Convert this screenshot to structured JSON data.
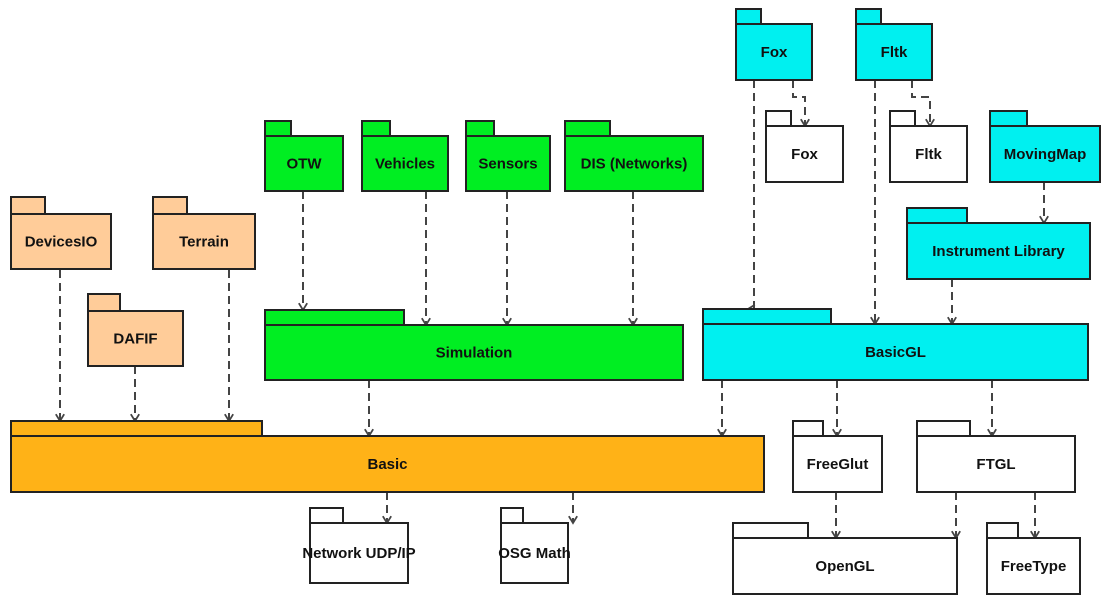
{
  "title": "Package dependency diagram",
  "colors": {
    "orange_light": "#FFCC99",
    "orange": "#FFB217",
    "green": "#00EE22",
    "cyan": "#00F0F0",
    "white": "#FFFFFF",
    "stroke": "#222222",
    "arrow": "#444444"
  },
  "packages": {
    "devicesio": {
      "label": "DevicesIO",
      "color": "orange_light"
    },
    "terrain": {
      "label": "Terrain",
      "color": "orange_light"
    },
    "dafif": {
      "label": "DAFIF",
      "color": "orange_light"
    },
    "basic": {
      "label": "Basic",
      "color": "orange"
    },
    "otw": {
      "label": "OTW",
      "color": "green"
    },
    "vehicles": {
      "label": "Vehicles",
      "color": "green"
    },
    "sensors": {
      "label": "Sensors",
      "color": "green"
    },
    "dis": {
      "label": "DIS (Networks)",
      "color": "green"
    },
    "simulation": {
      "label": "Simulation",
      "color": "green"
    },
    "fox_gui": {
      "label": "Fox",
      "color": "cyan"
    },
    "fltk_gui": {
      "label": "Fltk",
      "color": "cyan"
    },
    "fox_lib": {
      "label": "Fox",
      "color": "white"
    },
    "fltk_lib": {
      "label": "Fltk",
      "color": "white"
    },
    "movingmap": {
      "label": "MovingMap",
      "color": "cyan"
    },
    "instrument": {
      "label": "Instrument Library",
      "color": "cyan"
    },
    "basicgl": {
      "label": "BasicGL",
      "color": "cyan"
    },
    "freeglut": {
      "label": "FreeGlut",
      "color": "white"
    },
    "ftgl": {
      "label": "FTGL",
      "color": "white"
    },
    "network": {
      "label": "Network UDP/IP",
      "color": "white"
    },
    "osgmath": {
      "label": "OSG Math",
      "color": "white"
    },
    "opengl": {
      "label": "OpenGL",
      "color": "white"
    },
    "freetype": {
      "label": "FreeType",
      "color": "white"
    }
  },
  "dependencies": [
    {
      "from": "devicesio",
      "to": "basic"
    },
    {
      "from": "dafif",
      "to": "basic"
    },
    {
      "from": "terrain",
      "to": "basic"
    },
    {
      "from": "otw",
      "to": "simulation"
    },
    {
      "from": "vehicles",
      "to": "simulation"
    },
    {
      "from": "sensors",
      "to": "simulation"
    },
    {
      "from": "dis",
      "to": "simulation"
    },
    {
      "from": "simulation",
      "to": "basic"
    },
    {
      "from": "basicgl",
      "to": "basic"
    },
    {
      "from": "fox_gui",
      "to": "basicgl"
    },
    {
      "from": "fox_gui",
      "to": "fox_lib"
    },
    {
      "from": "fltk_gui",
      "to": "basicgl"
    },
    {
      "from": "fltk_gui",
      "to": "fltk_lib"
    },
    {
      "from": "movingmap",
      "to": "instrument"
    },
    {
      "from": "instrument",
      "to": "basicgl"
    },
    {
      "from": "basicgl",
      "to": "freeglut"
    },
    {
      "from": "basicgl",
      "to": "ftgl"
    },
    {
      "from": "basic",
      "to": "network"
    },
    {
      "from": "basic",
      "to": "osgmath"
    },
    {
      "from": "freeglut",
      "to": "opengl"
    },
    {
      "from": "ftgl",
      "to": "opengl"
    },
    {
      "from": "ftgl",
      "to": "freetype"
    }
  ]
}
